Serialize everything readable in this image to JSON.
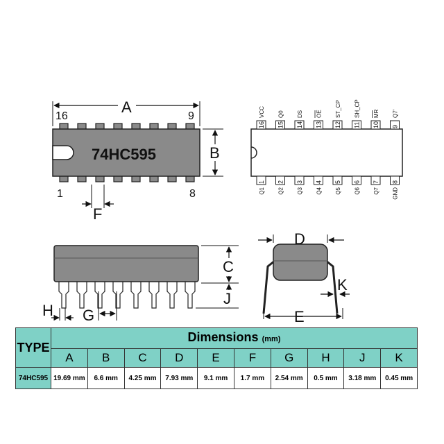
{
  "top_view": {
    "label_a": "A",
    "label_b": "B",
    "label_f": "F",
    "pin_16": "16",
    "pin_9": "9",
    "pin_1": "1",
    "pin_8": "8",
    "chip_name": "74HC595"
  },
  "schematic": {
    "top_pins": [
      {
        "num": "16",
        "name": "VCC"
      },
      {
        "num": "15",
        "name": "Q0"
      },
      {
        "num": "14",
        "name": "DS"
      },
      {
        "num": "13",
        "name": "OE"
      },
      {
        "num": "12",
        "name": "ST_CP"
      },
      {
        "num": "11",
        "name": "SH_CP"
      },
      {
        "num": "10",
        "name": "MR"
      },
      {
        "num": "9",
        "name": "Q7'"
      }
    ],
    "bottom_pins": [
      {
        "num": "1",
        "name": "Q1"
      },
      {
        "num": "2",
        "name": "Q2"
      },
      {
        "num": "3",
        "name": "Q3"
      },
      {
        "num": "4",
        "name": "Q4"
      },
      {
        "num": "5",
        "name": "Q5"
      },
      {
        "num": "6",
        "name": "Q6"
      },
      {
        "num": "7",
        "name": "Q7"
      },
      {
        "num": "8",
        "name": "GND"
      }
    ]
  },
  "side_view": {
    "label_c": "C",
    "label_j": "J",
    "label_h": "H",
    "label_g": "G"
  },
  "end_view": {
    "label_d": "D",
    "label_k": "K",
    "label_e": "E"
  },
  "table": {
    "type_header": "TYPE",
    "dimensions_header": "Dimensions",
    "unit": "(mm)",
    "columns": [
      "A",
      "B",
      "C",
      "D",
      "E",
      "F",
      "G",
      "H",
      "J",
      "K"
    ],
    "part": "74HC595",
    "values": [
      "19.69 mm",
      "6.6 mm",
      "4.25 mm",
      "7.93 mm",
      "9.1 mm",
      "1.7 mm",
      "2.54 mm",
      "0.5 mm",
      "3.18 mm",
      "0.45 mm"
    ]
  },
  "colors": {
    "body": "#8a8a8a",
    "header_fill": "#7fd1c6"
  }
}
